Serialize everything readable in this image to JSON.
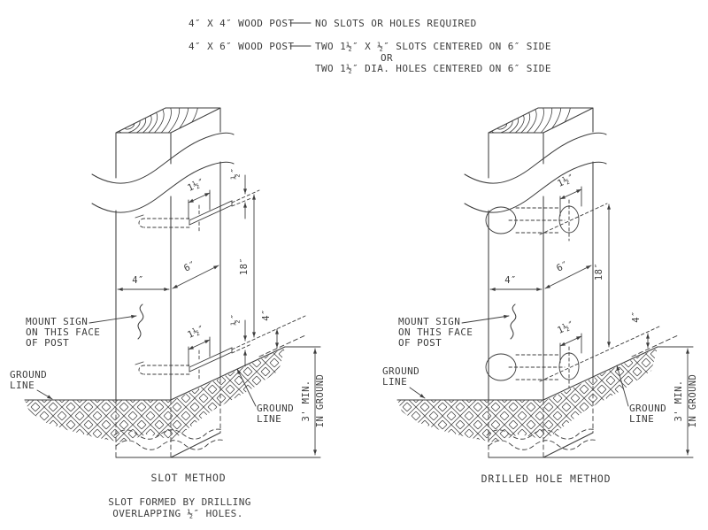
{
  "header": {
    "row1_left": "4″ X 4″ WOOD POST",
    "row1_right": "NO SLOTS OR HOLES REQUIRED",
    "row2_left": "4″ X 6″ WOOD POST",
    "row2_right": "TWO 1½″ X ½″ SLOTS CENTERED ON 6″ SIDE",
    "or": "OR",
    "row3_right": "TWO 1½″ DIA. HOLES CENTERED ON 6″ SIDE"
  },
  "slot_method": {
    "caption": "SLOT METHOD",
    "note_line1": "SLOT FORMED BY DRILLING",
    "note_line2": "OVERLAPPING ½″ HOLES.",
    "mount_sign": [
      "MOUNT SIGN",
      "ON THIS FACE",
      "OF POST"
    ],
    "ground_line_left": [
      "GROUND",
      "LINE"
    ],
    "ground_line_right": [
      "GROUND",
      "LINE"
    ],
    "dim_post_width": "4″",
    "dim_post_depth": "6″",
    "dim_slot_spacing": "18″",
    "dim_slot_thickness_top": "½″",
    "dim_slot_thickness_bottom": "½″",
    "dim_slot_length_top": "1½″",
    "dim_slot_length_bottom": "1½″",
    "dim_bottom_clearance": "4″",
    "dim_embed_line1": "3' MIN.",
    "dim_embed_line2": "IN GROUND"
  },
  "drilled_hole_method": {
    "caption": "DRILLED HOLE METHOD",
    "mount_sign": [
      "MOUNT SIGN",
      "ON THIS FACE",
      "OF POST"
    ],
    "ground_line_left": [
      "GROUND",
      "LINE"
    ],
    "ground_line_right": [
      "GROUND",
      "LINE"
    ],
    "dim_post_width": "4″",
    "dim_post_depth": "6″",
    "dim_hole_spacing": "18″",
    "dim_hole_dia_top": "1½″",
    "dim_hole_dia_bottom": "1½″",
    "dim_bottom_clearance": "4″",
    "dim_embed_line1": "3' MIN.",
    "dim_embed_line2": "IN GROUND"
  },
  "colors": {
    "line": "#3d3d3d",
    "background": "#ffffff"
  }
}
